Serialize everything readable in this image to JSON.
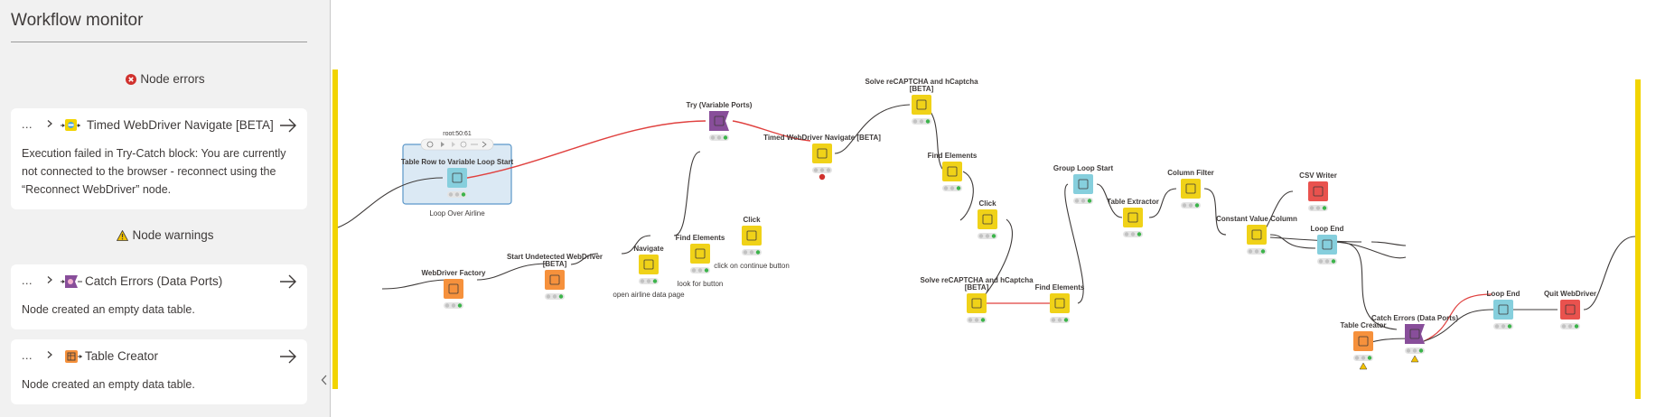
{
  "monitor": {
    "title": "Workflow monitor",
    "errors_heading": "Node errors",
    "warnings_heading": "Node warnings",
    "errors": [
      {
        "crumb": "...",
        "node": "Timed WebDriver Navigate [BETA]",
        "icon": "webdriver-navigate-icon",
        "message": "Execution failed in Try-Catch block: You are currently not connected to the browser - reconnect using the “Reconnect WebDriver” node."
      }
    ],
    "warnings": [
      {
        "crumb": "...",
        "node": "Catch Errors (Data Ports)",
        "icon": "catch-errors-icon",
        "message": "Node created an empty data table."
      },
      {
        "crumb": "...",
        "node": "Table Creator",
        "icon": "table-creator-icon",
        "message": "Node created an empty data table."
      }
    ]
  },
  "canvas": {
    "annotation": {
      "label": "Loop Over Airline",
      "node_id": "root:50:61"
    },
    "nodes": {
      "table_row_loop": {
        "title": "Table Row to Variable Loop Start"
      },
      "try_variable": {
        "title": "Try (Variable Ports)"
      },
      "timed_navigate": {
        "title": "Timed WebDriver Navigate [BETA]"
      },
      "solve_captcha_1": {
        "title_line1": "Solve reCAPTCHA and hCaptcha",
        "title_line2": "[BETA]"
      },
      "find_elements_1": {
        "title": "Find Elements"
      },
      "click_1": {
        "title": "Click"
      },
      "solve_captcha_2": {
        "title_line1": "Solve reCAPTCHA and hCaptcha",
        "title_line2": "[BETA]"
      },
      "find_elements_2": {
        "title": "Find Elements"
      },
      "group_loop_start": {
        "title": "Group Loop Start"
      },
      "table_extractor": {
        "title": "Table Extractor"
      },
      "column_filter": {
        "title": "Column Filter"
      },
      "constant_value_column": {
        "title": "Constant Value Column"
      },
      "csv_writer": {
        "title": "CSV Writer"
      },
      "loop_end_1": {
        "title": "Loop End"
      },
      "webdriver_factory": {
        "title": "WebDriver Factory"
      },
      "start_undetected": {
        "title_line1": "Start Undetected WebDriver",
        "title_line2": "[BETA]"
      },
      "navigate": {
        "title": "Navigate",
        "caption": "open airline data page"
      },
      "find_elements_3": {
        "title": "Find Elements",
        "caption": "look for button"
      },
      "click_2": {
        "title": "Click",
        "caption": "click on continue button"
      },
      "table_creator": {
        "title": "Table Creator"
      },
      "catch_errors": {
        "title": "Catch Errors (Data Ports)"
      },
      "loop_end_2": {
        "title": "Loop End"
      },
      "quit_webdriver": {
        "title": "Quit WebDriver"
      }
    }
  },
  "colors": {
    "accent_yellow": "#f2d400",
    "error_red": "#e0413f",
    "manipulator": "#f0d218",
    "source": "#f6913c",
    "sink": "#e9524e",
    "loop": "#86cfdd",
    "flow_control": "#884e9a"
  }
}
